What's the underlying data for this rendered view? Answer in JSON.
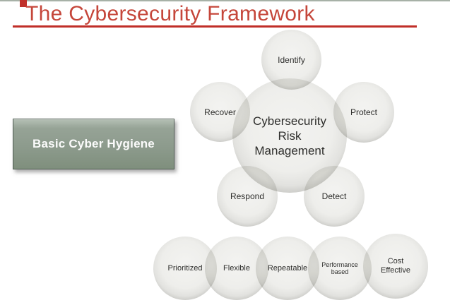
{
  "page": {
    "title": "The Cybersecurity Framework"
  },
  "colors": {
    "title_red": "#c5463a",
    "underline_red": "#c02e28",
    "top_bar_green": "#a7b1a7",
    "hygiene_box_green": "#8d9b8d",
    "circle_fill_light": "#f0f0ee",
    "circle_ring_dark": "#2e2e2c"
  },
  "hygiene_box": {
    "label": "Basic Cyber Hygiene"
  },
  "core_diagram": {
    "center": {
      "lines": [
        "Cybersecurity",
        "Risk",
        "Management"
      ]
    },
    "satellites": [
      {
        "id": "identify",
        "label": "Identify"
      },
      {
        "id": "protect",
        "label": "Protect"
      },
      {
        "id": "recover",
        "label": "Recover"
      },
      {
        "id": "respond",
        "label": "Respond"
      },
      {
        "id": "detect",
        "label": "Detect"
      }
    ]
  },
  "attributes_row": [
    {
      "id": "prioritized",
      "lines": [
        "Prioritized"
      ]
    },
    {
      "id": "flexible",
      "lines": [
        "Flexible"
      ]
    },
    {
      "id": "repeatable",
      "lines": [
        "Repeatable"
      ]
    },
    {
      "id": "performance-based",
      "lines": [
        "Performance",
        "based"
      ]
    },
    {
      "id": "cost-effective",
      "lines": [
        "Cost",
        "Effective"
      ]
    }
  ]
}
